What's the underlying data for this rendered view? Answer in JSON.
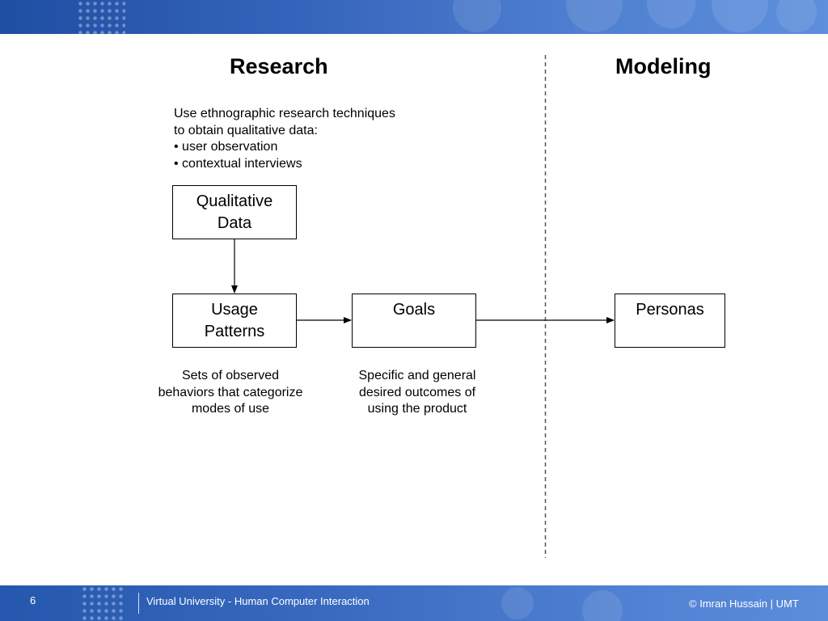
{
  "headings": {
    "research": "Research",
    "modeling": "Modeling"
  },
  "intro": {
    "line1": "Use ethnographic research techniques",
    "line2": "to obtain qualitative data:",
    "bullets": [
      "user observation",
      "contextual interviews"
    ]
  },
  "boxes": {
    "qualitative_data": [
      "Qualitative",
      "Data"
    ],
    "usage_patterns": [
      "Usage",
      "Patterns"
    ],
    "goals": [
      "Goals"
    ],
    "personas": [
      "Personas"
    ]
  },
  "captions": {
    "usage_patterns": [
      "Sets of observed",
      "behaviors that categorize",
      "modes of use"
    ],
    "goals": [
      "Specific and general",
      "desired outcomes of",
      "using the product"
    ]
  },
  "footer": {
    "page_number": "6",
    "course": "Virtual University - Human Computer Interaction",
    "credit": "© Imran Hussain | UMT"
  },
  "colors": {
    "band": "#3463bb",
    "line": "#000000",
    "divider": "#555555"
  }
}
